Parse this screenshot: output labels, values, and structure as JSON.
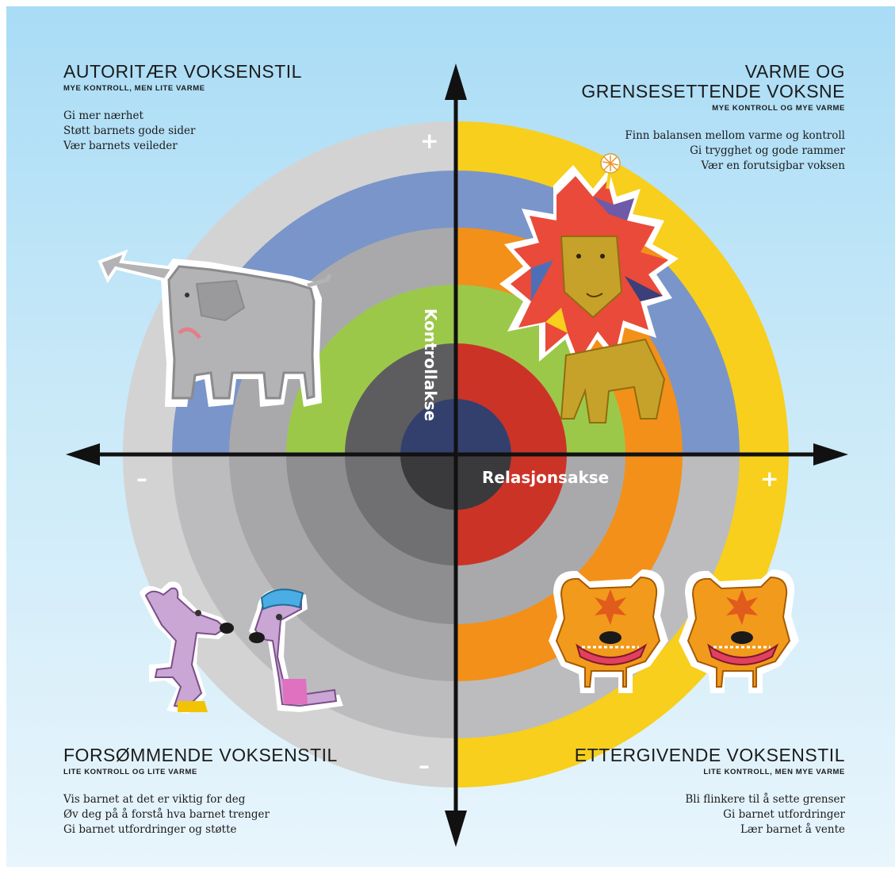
{
  "quadrants": {
    "top_left": {
      "title": "AUTORITÆR VOKSENSTIL",
      "subtitle": "MYE KONTROLL, MEN LITE VARME",
      "tips": [
        "Gi mer nærhet",
        "Støtt barnets gode sider",
        "Vær barnets veileder"
      ]
    },
    "top_right": {
      "title_line1": "VARME OG",
      "title_line2": "GRENSESETTENDE VOKSNE",
      "subtitle": "MYE KONTROLL OG MYE VARME",
      "tips": [
        "Finn balansen mellom varme og kontroll",
        "Gi trygghet og gode rammer",
        "Vær en forutsigbar voksen"
      ]
    },
    "bottom_left": {
      "title": "FORSØMMENDE VOKSENSTIL",
      "subtitle": "LITE KONTROLL OG LITE VARME",
      "tips": [
        "Vis barnet at det er viktig for deg",
        "Øv deg på å forstå hva barnet trenger",
        "Gi barnet utfordringer og støtte"
      ]
    },
    "bottom_right": {
      "title": "ETTERGIVENDE VOKSENSTIL",
      "subtitle": "LITE KONTROLL, MEN MYE VARME",
      "tips": [
        "Bli flinkere til å sette grenser",
        "Gi barnet utfordringer",
        "Lær barnet å vente"
      ]
    }
  },
  "axes": {
    "vertical_label": "Kontrollakse",
    "horizontal_label": "Relasjonsakse",
    "plus_top": "+",
    "minus_bottom": "–",
    "minus_left": "–",
    "plus_right": "+"
  },
  "colors": {
    "top_left": [
      "#d3d3d3",
      "#7a95c9",
      "#a9a9ab",
      "#9cc84a",
      "#5d5d5f",
      "#33406e"
    ],
    "top_right": [
      "#f7cf1c",
      "#7a95c9",
      "#f39019",
      "#9cc84a",
      "#cc3327",
      "#33406e"
    ],
    "bottom_left": [
      "#d3d3d3",
      "#bcbcbe",
      "#a7a7a9",
      "#8e8e90",
      "#707072",
      "#3a3a3c"
    ],
    "bottom_right": [
      "#f7cf1c",
      "#bcbcbe",
      "#f39019",
      "#a9a9ab",
      "#cc3327",
      "#3a3a3c"
    ]
  },
  "illustrations": [
    "elephant",
    "lion",
    "mice",
    "bears"
  ]
}
